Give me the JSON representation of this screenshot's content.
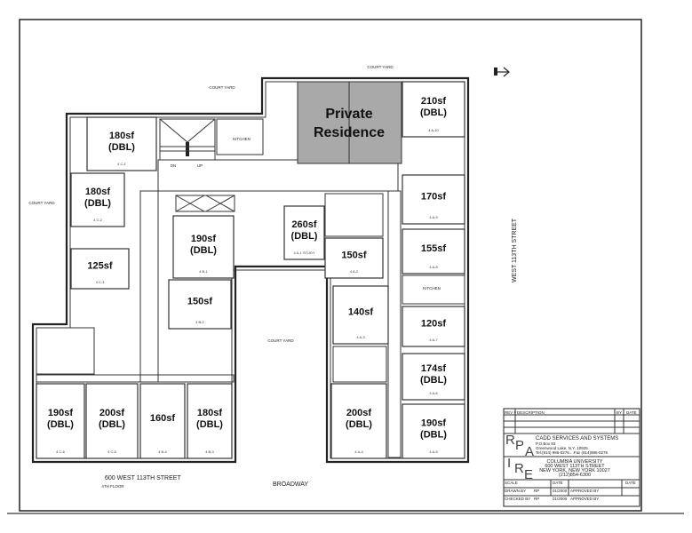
{
  "plan": {
    "private_residence": [
      "Private",
      "Residence"
    ],
    "private_fill": "#a9a9a9",
    "court_yard_label": "COURT YARD",
    "street_right": "WEST 113TH STREET",
    "address": "600 WEST 113TH STREET",
    "floor": "4TH FLOOR",
    "street_bottom": "BROADWAY",
    "kitchen_label": "KITCHEN",
    "north_icon": "north-arrow-icon",
    "stair_labels": [
      "DN",
      "UP"
    ],
    "rooms": [
      {
        "area": "180sf",
        "type": "(DBL)",
        "code": "4 C-1"
      },
      {
        "area": "180sf",
        "type": "(DBL)",
        "code": "4 C-2"
      },
      {
        "area": "125sf",
        "type": "",
        "code": "4 C-3"
      },
      {
        "area": "190sf",
        "type": "(DBL)",
        "code": "4 B-1"
      },
      {
        "area": "150sf",
        "type": "",
        "code": "4 B-2"
      },
      {
        "area": "260sf",
        "type": "(DBL)",
        "code": "4 A-1 STUDY"
      },
      {
        "area": "150sf",
        "type": "",
        "code": "4 A-2"
      },
      {
        "area": "140sf",
        "type": "",
        "code": "4 A-3"
      },
      {
        "area": "210sf",
        "type": "(DBL)",
        "code": "4 A-10"
      },
      {
        "area": "170sf",
        "type": "",
        "code": "4 A-9"
      },
      {
        "area": "155sf",
        "type": "",
        "code": "4 A-8"
      },
      {
        "area": "120sf",
        "type": "",
        "code": "4 A-7"
      },
      {
        "area": "174sf",
        "type": "(DBL)",
        "code": "4 A-6"
      },
      {
        "area": "200sf",
        "type": "(DBL)",
        "code": "4 A-4"
      },
      {
        "area": "190sf",
        "type": "(DBL)",
        "code": "4 A-5"
      },
      {
        "area": "190sf",
        "type": "(DBL)",
        "code": "4 C-6"
      },
      {
        "area": "200sf",
        "type": "(DBL)",
        "code": "4 C-5"
      },
      {
        "area": "160sf",
        "type": "",
        "code": "4 B-4"
      },
      {
        "area": "180sf",
        "type": "(DBL)",
        "code": "4 B-3"
      }
    ]
  },
  "title_block": {
    "rev_header": [
      "REV #",
      "DESCRIPTION",
      "BY",
      "DATE"
    ],
    "logo_letters": [
      "R",
      "P",
      "A",
      "I",
      "R",
      "E"
    ],
    "company": "CADD SERVICES AND SYSTEMS",
    "company_lines": [
      "P.O.Box 93",
      "Greenwood Lake, N.Y. 10925",
      "Tel.(914) 986-0276....Fax (914)986-0276"
    ],
    "client": [
      "COLUMBIA UNIVERSITY",
      "600 WEST 113TH STREET",
      "NEW YORK, NEW YORK 10027",
      "(212)854-6300"
    ],
    "scale_label": "SCALE",
    "date_label": "DATE",
    "date_label2": "DATE",
    "drawn_by": [
      "DRAWN BY",
      "RP",
      "01/2000",
      "APPROVED BY"
    ],
    "checked_by": [
      "CHECKED BY",
      "RP",
      "01/2000",
      "APPROVED BY"
    ]
  }
}
